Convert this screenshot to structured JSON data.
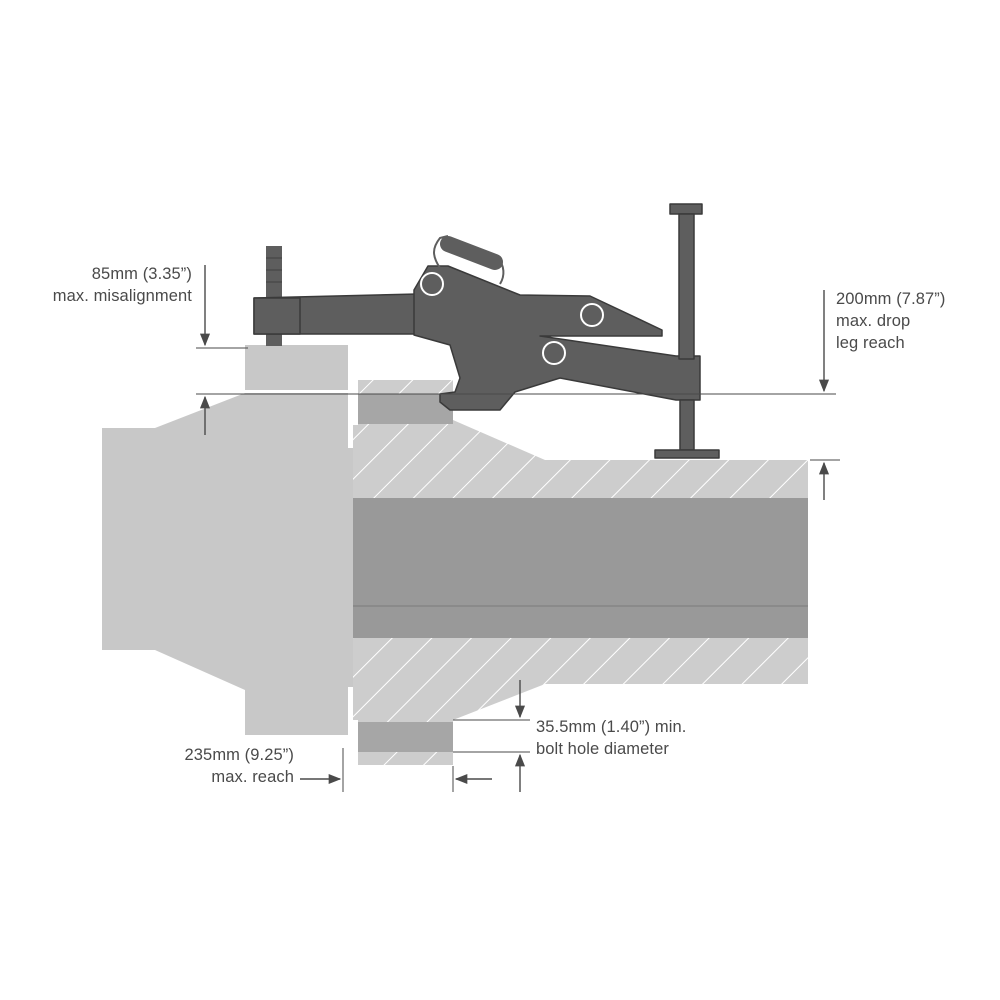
{
  "annotations": {
    "misalignment": {
      "value": "85mm (3.35”)",
      "description": "max. misalignment"
    },
    "drop": {
      "value": "200mm (7.87”)",
      "line2": "max. drop",
      "line3": "leg reach"
    },
    "reach": {
      "value": "235mm (9.25”)",
      "description": "max. reach"
    },
    "bolt_hole": {
      "value": "35.5mm (1.40”) min.",
      "description": "bolt hole diameter"
    }
  },
  "colors": {
    "tool": "#5e5e5e",
    "flange_light": "#cdcdcd",
    "flange_mid": "#bcbcbc",
    "bore": "#989898",
    "hatch": "#ffffff",
    "line": "#4a4a4a"
  },
  "icons": [
    "arrow-down-icon",
    "arrow-up-icon",
    "arrow-left-icon",
    "arrow-right-icon"
  ]
}
